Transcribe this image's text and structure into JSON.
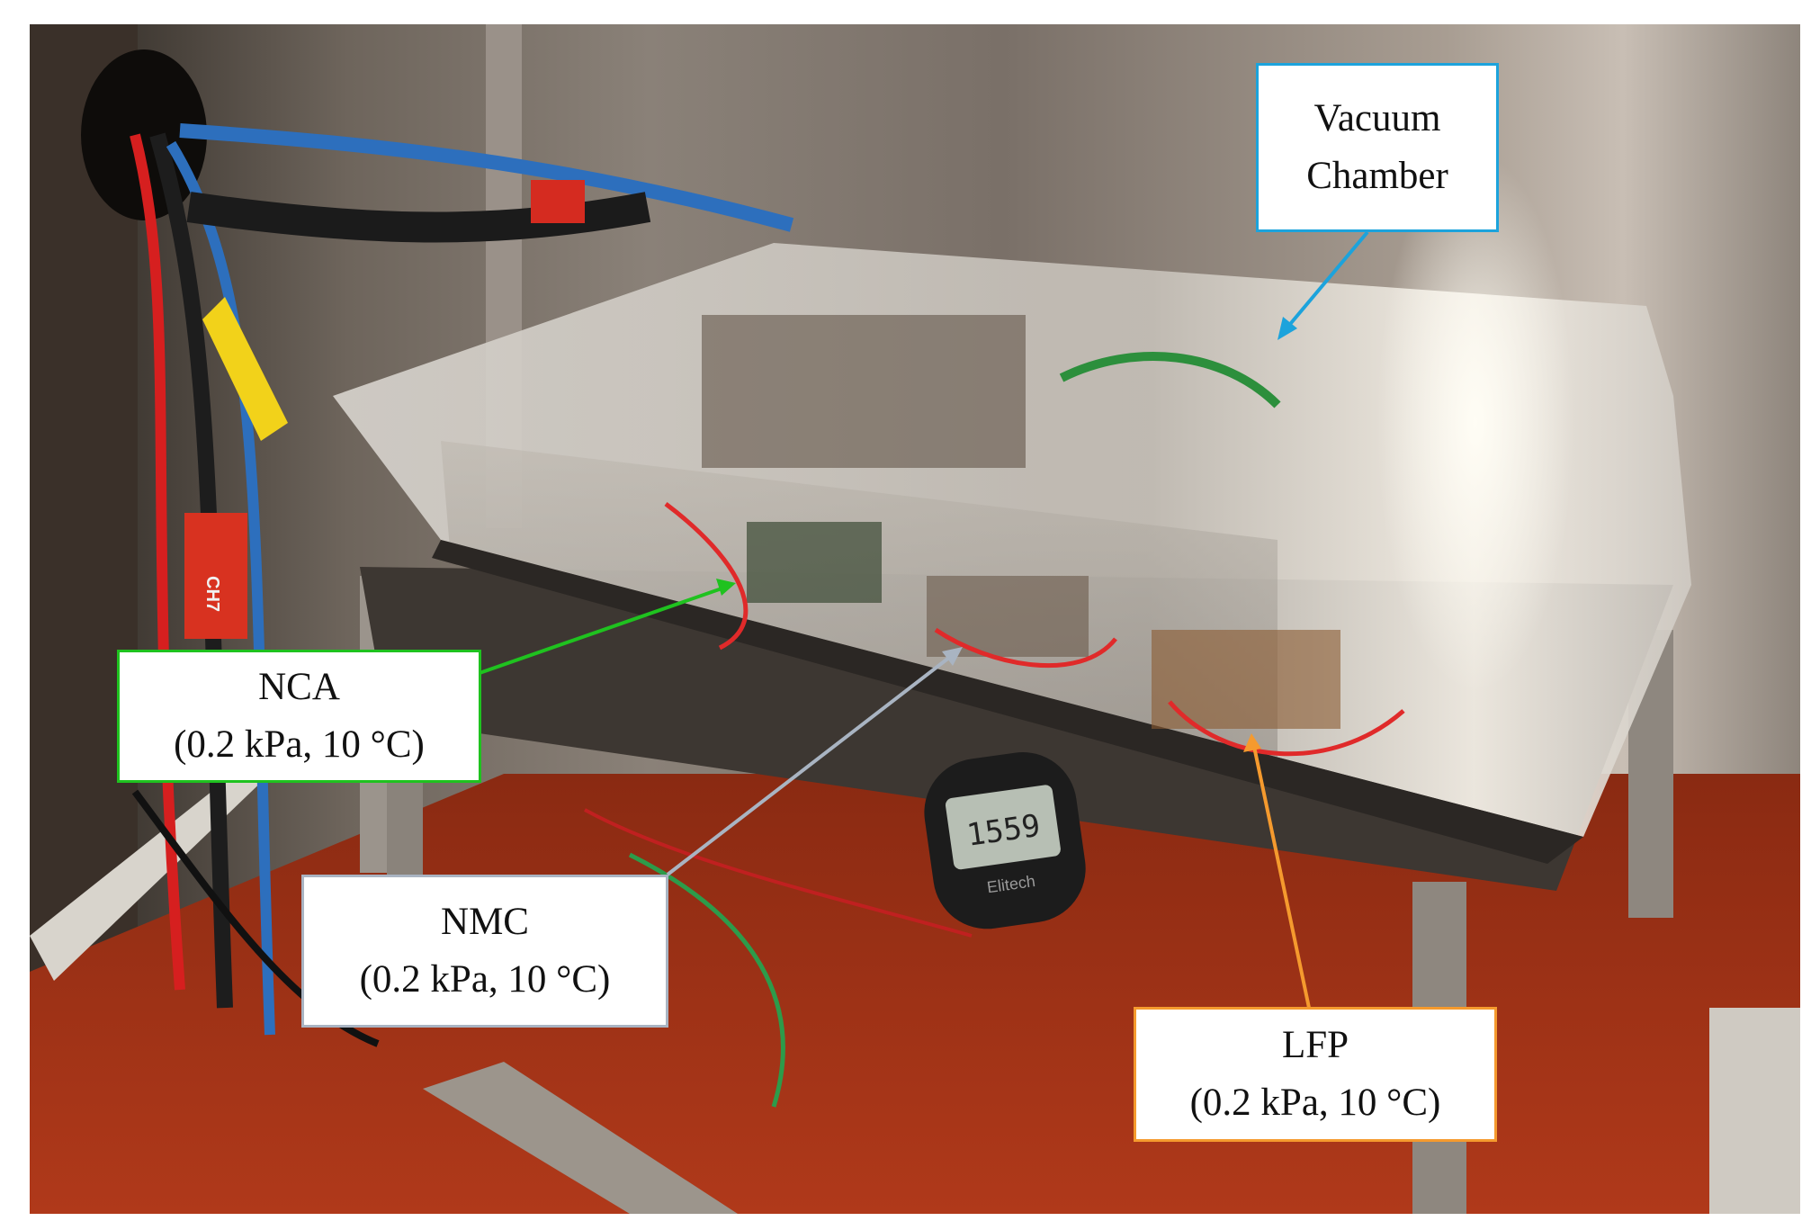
{
  "labels": {
    "vacuum_chamber": {
      "lines": [
        "Vacuum",
        "Chamber"
      ],
      "color": "#1ca3dc"
    },
    "nca": {
      "lines": [
        "NCA",
        "(0.2 kPa, 10 °C)"
      ],
      "color": "#1fc21f"
    },
    "nmc": {
      "lines": [
        "NMC",
        "(0.2 kPa, 10 °C)"
      ],
      "color": "#a9b4c2"
    },
    "lfp": {
      "lines": [
        "LFP",
        "(0.2 kPa, 10 °C)"
      ],
      "color": "#f59a2e"
    }
  },
  "device_display": "1559",
  "device_brand": "Elitech",
  "tag_label": "CH7"
}
